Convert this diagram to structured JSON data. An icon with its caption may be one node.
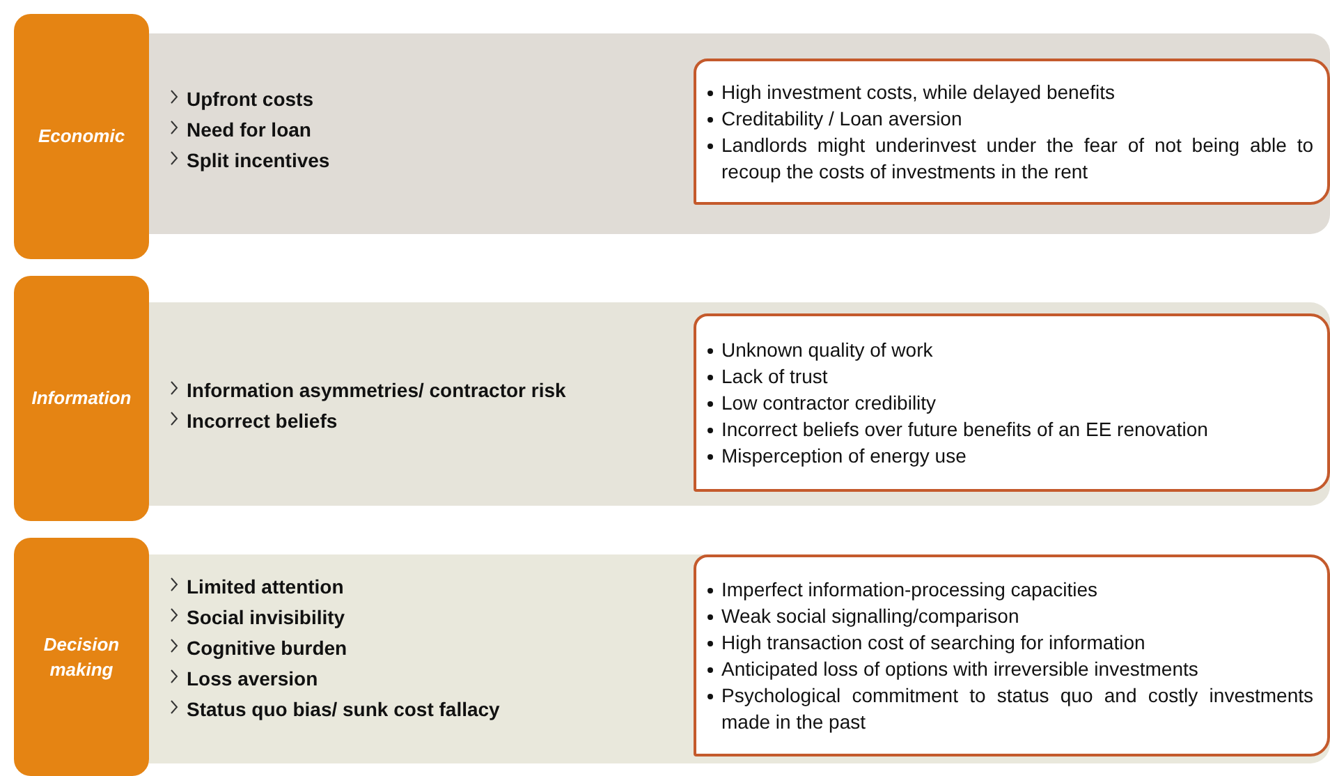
{
  "diagram": {
    "nodes": [
      {
        "text": [
          "Economic"
        ]
      },
      {
        "text": [
          "Upfront costs",
          "Need for loan",
          "Split incentives"
        ]
      },
      {
        "text": [
          "High investment costs, while delayed benefits",
          "Creditability / Loan aversion",
          "Landlords might underinvest under the fear of not being able to recoup the costs of investments in the rent"
        ],
        "in": 1
      },
      {
        "text": [
          "Information"
        ]
      },
      {
        "text": [
          "Information asymmetries/ contractor risk",
          "Incorrect beliefs"
        ]
      },
      {
        "text": [
          "Unknown quality of work",
          "Lack of trust",
          "Low contractor credibility",
          "Incorrect beliefs over future benefits of an EE renovation",
          "Misperception of energy use"
        ],
        "in": 4
      },
      {
        "text": [
          "Decision making"
        ]
      },
      {
        "text": [
          "Limited attention",
          "Social invisibility",
          "Cognitive burden",
          "Loss aversion",
          "Status quo bias/ sunk cost fallacy"
        ]
      },
      {
        "text": [
          "Imperfect information-processing capacities",
          "Weak social signalling/comparison",
          "High transaction cost of searching for information",
          "Anticipated loss of options with irreversible investments",
          "Psychological commitment to status quo and costly investments made in the past"
        ],
        "in": 7
      }
    ]
  }
}
